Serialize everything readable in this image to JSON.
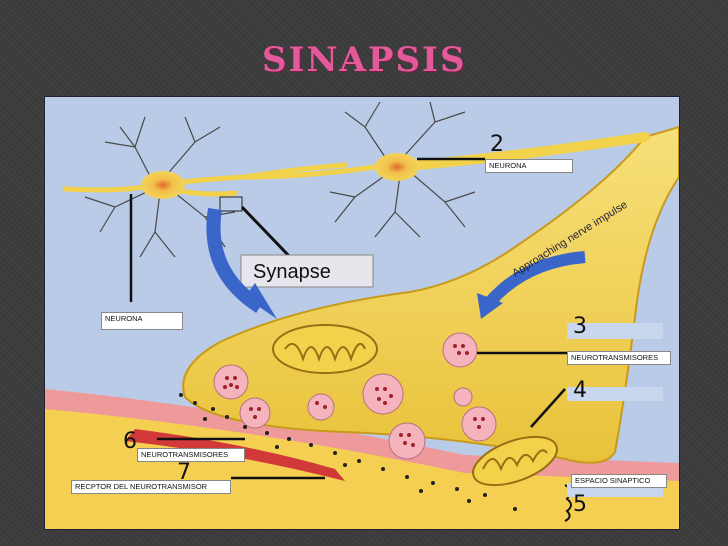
{
  "title": "SINAPSIS",
  "diagram": {
    "synapse_caption": "Synapse",
    "impulse_caption": "Approaching nerve impulse",
    "numbers": {
      "n2": "2",
      "n3": "3",
      "n4": "4",
      "n5": "5",
      "n6": "6",
      "n7": "7"
    },
    "labels": {
      "neurona_1": "NEURONA",
      "neurona_2": "NEURONA",
      "neurotransmisores_1": "NEUROTRANSMISORES",
      "neurotransmisores_2": "NEUROTRANSMISORES",
      "espacio_sinaptico": "ESPACIO SINAPTICO",
      "receptor": "RECPTOR DEL NEUROTRANSMISOR"
    },
    "colors": {
      "background": "#b9cbe6",
      "neuron": "#f2d24a",
      "membrane": "#ef9a9a",
      "vesicle": "#f4b3bd",
      "arrow": "#3a66c9"
    }
  }
}
